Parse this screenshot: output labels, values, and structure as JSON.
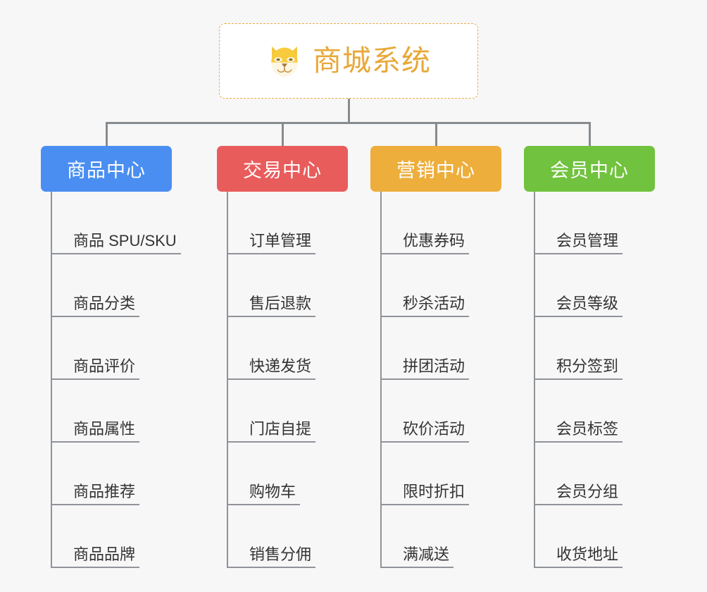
{
  "root": {
    "title": "商城系统",
    "icon": "shiba-dog-face-icon",
    "border_color": "#eaab43",
    "title_color": "#e8a838",
    "background": "#ffffff"
  },
  "canvas": {
    "background": "#f7f7f7",
    "connector_color": "#868b8f"
  },
  "branches": [
    {
      "label": "商品中心",
      "color": "#4a8ef2",
      "items": [
        "商品 SPU/SKU",
        "商品分类",
        "商品评价",
        "商品属性",
        "商品推荐",
        "商品品牌"
      ]
    },
    {
      "label": "交易中心",
      "color": "#e95c5c",
      "items": [
        "订单管理",
        "售后退款",
        "快递发货",
        "门店自提",
        "购物车",
        "销售分佣"
      ]
    },
    {
      "label": "营销中心",
      "color": "#edae3c",
      "items": [
        "优惠券码",
        "秒杀活动",
        "拼团活动",
        "砍价活动",
        "限时折扣",
        "满减送"
      ]
    },
    {
      "label": "会员中心",
      "color": "#71c23e",
      "items": [
        "会员管理",
        "会员等级",
        "积分签到",
        "会员标签",
        "会员分组",
        "收货地址"
      ]
    }
  ]
}
